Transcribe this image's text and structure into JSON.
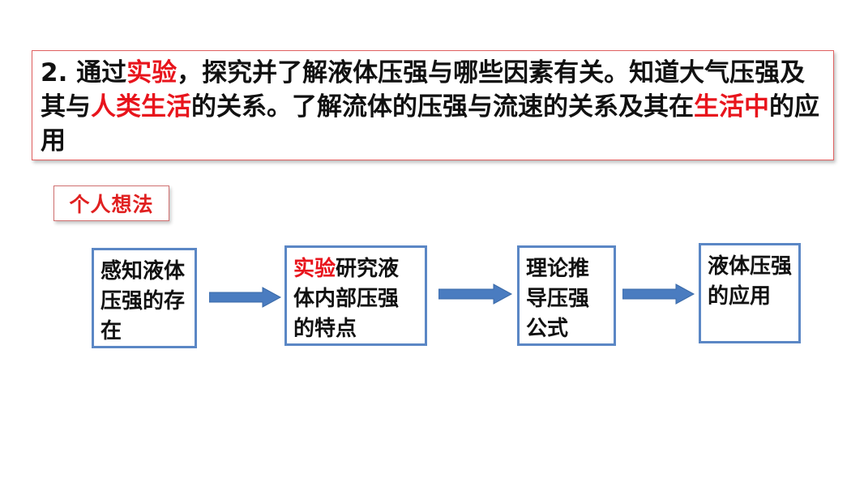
{
  "objective": {
    "prefix": "2. 通过",
    "hl1": "实验",
    "mid1": "，探究并了解液体压强与哪些因素有关。知道大气压强及其与",
    "hl2": "人类生活",
    "mid2": "的关系。了解流体的压强与流速的关系及其在",
    "hl3": "生活中",
    "suffix": "的应用"
  },
  "tag": {
    "label": "个人想法"
  },
  "flow": {
    "step1": {
      "text": "感知液体压强的存在"
    },
    "step2": {
      "highlight": "实验",
      "text": "研究液体内部压强的特点"
    },
    "step3": {
      "text": "理论推导压强公式"
    },
    "step4": {
      "text": "液体压强的应用"
    }
  },
  "colors": {
    "accent_red": "#e8141c",
    "box_border": "#5b87c5",
    "arrow_fill": "#4a7cc0"
  }
}
